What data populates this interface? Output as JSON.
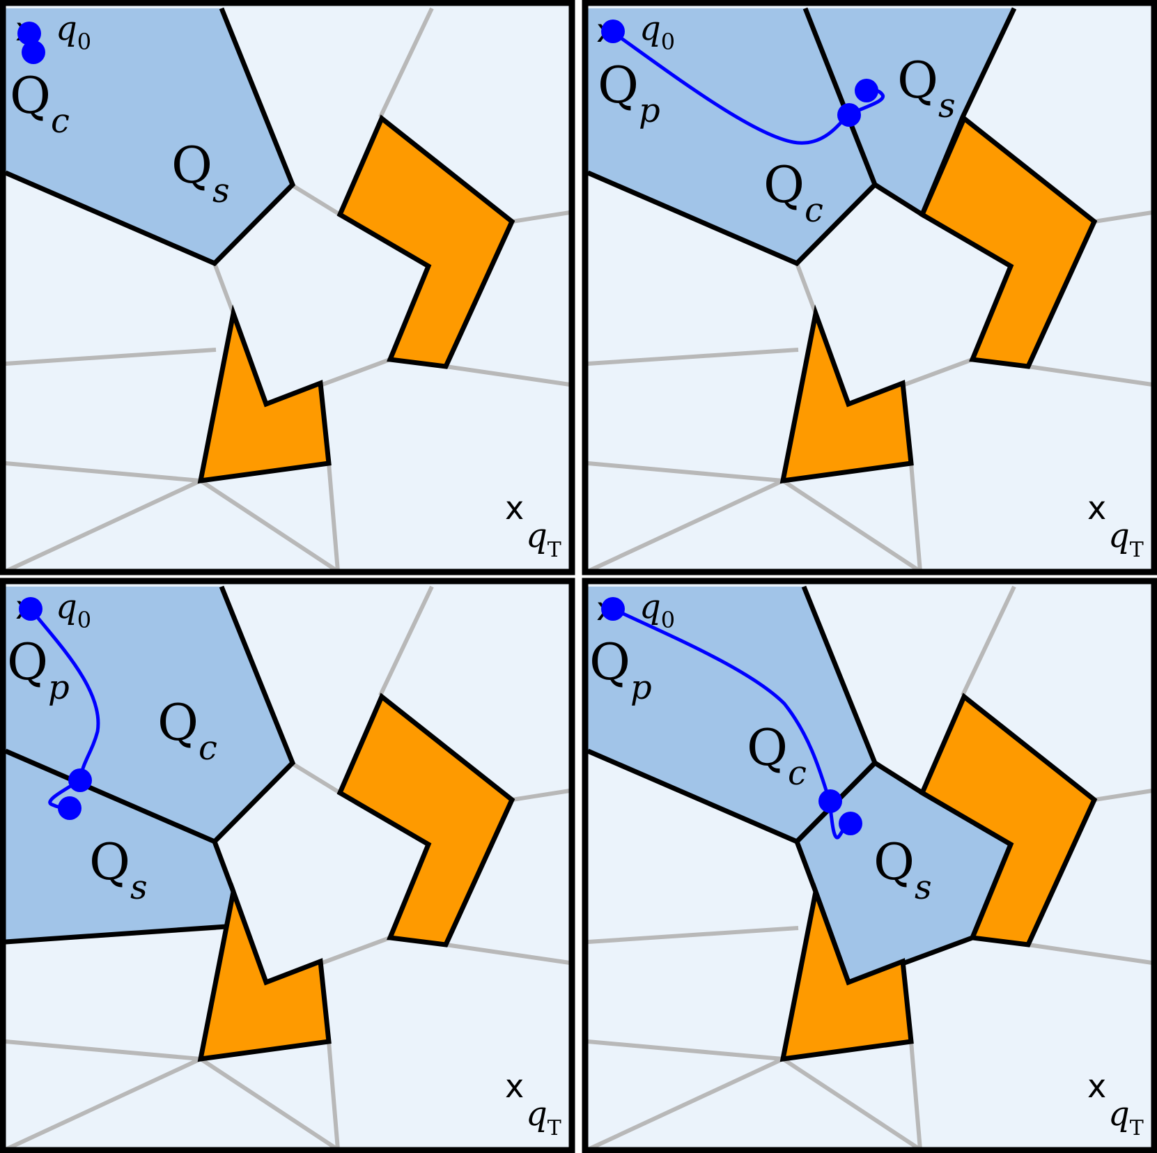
{
  "colors": {
    "background": "#ebf3fb",
    "region_highlight": "#a1c4e8",
    "obstacle": "#fe9a00",
    "trajectory": "#0000ff",
    "cell_edge": "#b8b8b8",
    "outline": "#000000"
  },
  "labels": {
    "start_symbol": "x",
    "start_label": "q",
    "start_subscript": "0",
    "goal_symbol": "x",
    "goal_label": "q",
    "goal_subscript": "T",
    "region_letter": "Q"
  },
  "panels": [
    {
      "id": "panel-1",
      "regions": [
        "c",
        "s"
      ]
    },
    {
      "id": "panel-2",
      "regions": [
        "p",
        "s",
        "c"
      ]
    },
    {
      "id": "panel-3",
      "regions": [
        "p",
        "c",
        "s"
      ]
    },
    {
      "id": "panel-4",
      "regions": [
        "p",
        "c",
        "s"
      ]
    }
  ]
}
